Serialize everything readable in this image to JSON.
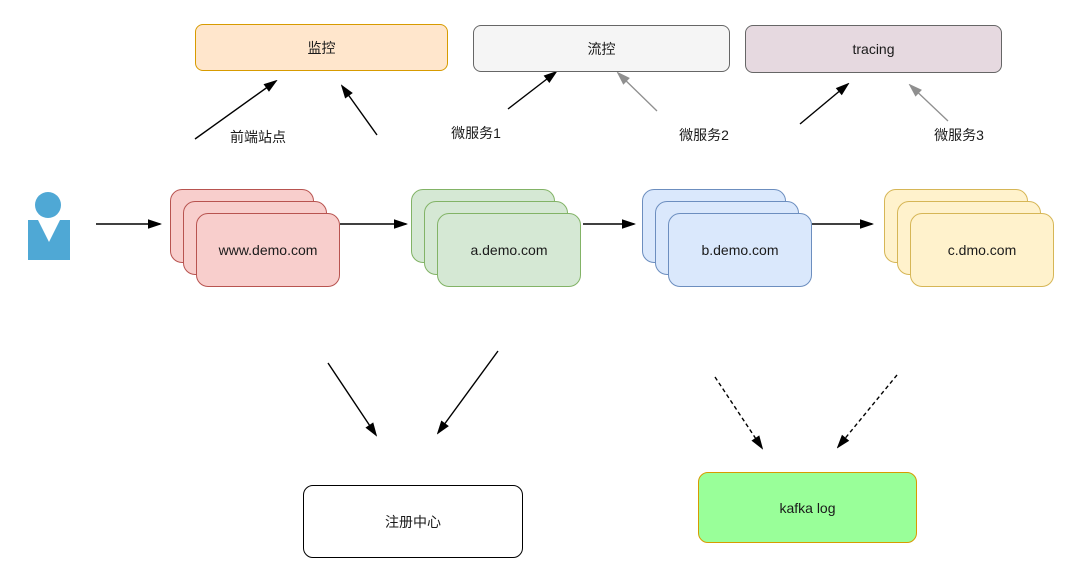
{
  "diagram": {
    "top_row": [
      {
        "label": "监控",
        "fill": "#FFE6CC",
        "border": "#D79B00"
      },
      {
        "label": "流控",
        "fill": "#F5F5F5",
        "border": "#666666"
      },
      {
        "label": "tracing",
        "fill": "#E6D9E0",
        "border": "#666666"
      }
    ],
    "edge_labels": [
      {
        "label": "前端站点"
      },
      {
        "label": "微服务1"
      },
      {
        "label": "微服务2"
      },
      {
        "label": "微服务3"
      }
    ],
    "service_stacks": [
      {
        "label": "www.demo.com",
        "fill": "#F8CECC",
        "border": "#B85450"
      },
      {
        "label": "a.demo.com",
        "fill": "#D5E8D4",
        "border": "#82B366"
      },
      {
        "label": "b.demo.com",
        "fill": "#DAE8FC",
        "border": "#6C8EBF"
      },
      {
        "label": "c.dmo.com",
        "fill": "#FFF2CC",
        "border": "#D6B656"
      }
    ],
    "registry": {
      "label": "注册中心",
      "fill": "#FFFFFF",
      "border": "#000000"
    },
    "kafka": {
      "label": "kafka log",
      "fill": "#99FF99",
      "border": "#D79B00"
    },
    "user_icon_color": "#4FA8D5",
    "arrow_colors": {
      "solid": "#000000",
      "gray": "#8F8F8F"
    }
  }
}
